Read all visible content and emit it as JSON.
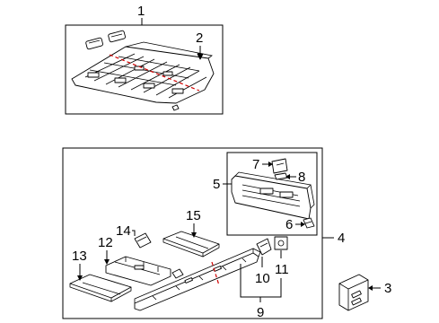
{
  "callouts": {
    "c1": "1",
    "c2": "2",
    "c3": "3",
    "c4": "4",
    "c5": "5",
    "c6": "6",
    "c7": "7",
    "c8": "8",
    "c9": "9",
    "c10": "10",
    "c11": "11",
    "c12": "12",
    "c13": "13",
    "c14": "14",
    "c15": "15"
  },
  "colors": {
    "line": "#000000",
    "cut_line": "#d00000",
    "background": "#ffffff"
  }
}
